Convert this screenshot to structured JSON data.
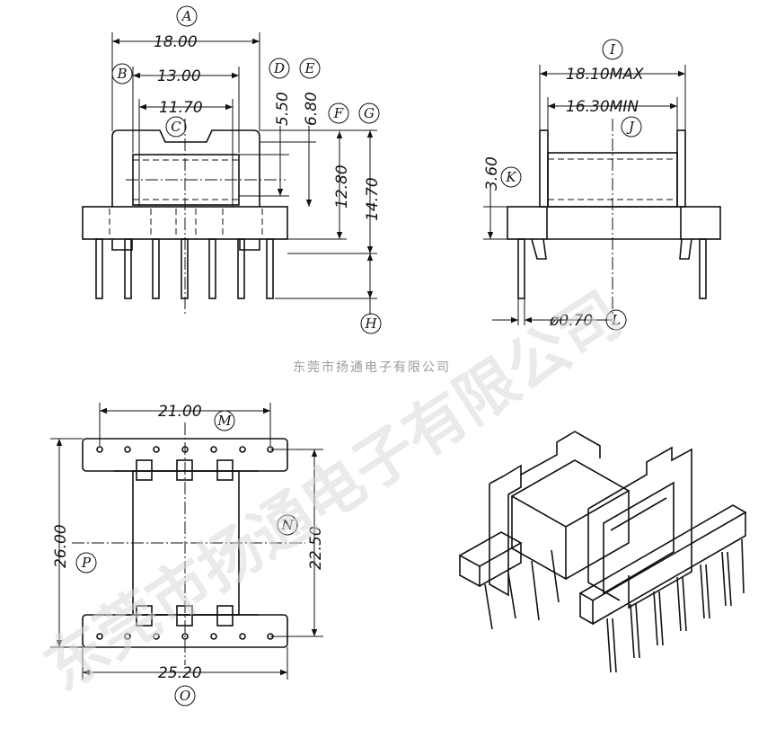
{
  "watermark": {
    "text": "东莞市扬通电子有限公司",
    "color": "#d9d9d9"
  },
  "subtitle": "东莞市扬通电子有限公司",
  "dimensions": {
    "A": "18.00",
    "B": "13.00",
    "C": "11.70",
    "D": "5.50",
    "E": "6.80",
    "F": "12.80",
    "G": "14.70",
    "I": "18.10MAX",
    "J": "16.30MIN",
    "K": "3.60",
    "L": "ø0.70",
    "M": "21.00",
    "N": "22.50",
    "P": "26.00",
    "O": "25.20"
  },
  "labels": [
    "A",
    "B",
    "C",
    "D",
    "E",
    "F",
    "G",
    "H",
    "I",
    "J",
    "K",
    "L",
    "M",
    "N",
    "O",
    "P"
  ],
  "colors": {
    "line": "#111111",
    "background": "#ffffff"
  }
}
